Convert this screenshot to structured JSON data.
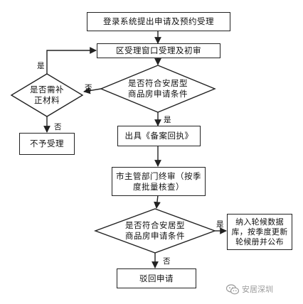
{
  "nodes": {
    "n1": "登录系统提出申请及预约受理",
    "n2": "区受理窗口受理及初审",
    "d1": "是否符合安居型\n商品房申请条件",
    "d0": "是否需补\n正材料",
    "n_reject1": "不予受理",
    "n3": "出具《备案回执》",
    "n4": "市主管部门终审（按季\n度批量核查）",
    "d2": "是否符合安居型\n商品房申请条件",
    "n_db": "纳入轮候数据\n库，按季度更新\n轮候册并公布",
    "n_reject2": "驳回申请"
  },
  "labels": {
    "yes": "是",
    "no": "否"
  },
  "watermark": {
    "text": "安居深圳",
    "icon": "wechat-icon"
  }
}
